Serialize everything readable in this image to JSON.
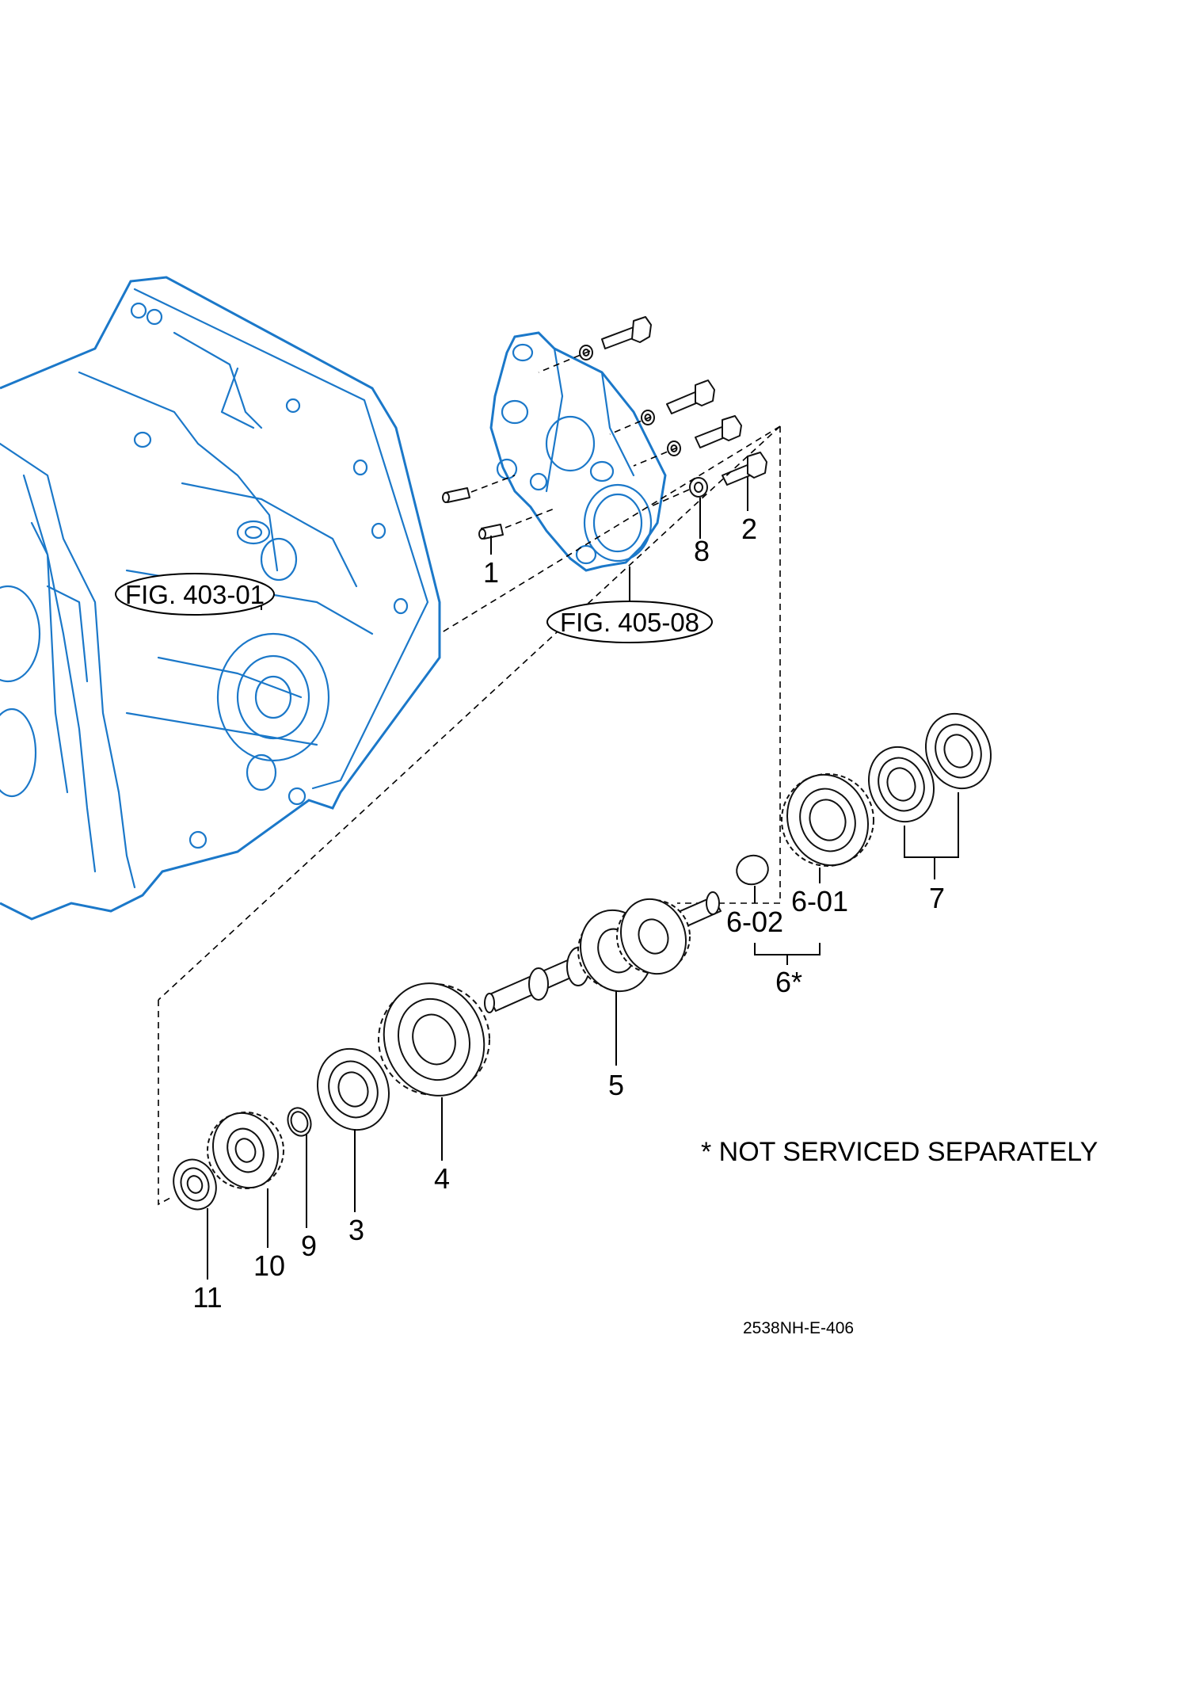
{
  "figure_refs": {
    "housing": "FIG. 403-01",
    "cover": "FIG. 405-08"
  },
  "callouts": {
    "p1": "1",
    "p2": "2",
    "p3": "3",
    "p4": "4",
    "p5": "5",
    "p6": "6*",
    "p6_01": "6-01",
    "p6_02": "6-02",
    "p7": "7",
    "p8": "8",
    "p9": "9",
    "p10": "10",
    "p11": "11"
  },
  "note": "* NOT SERVICED SEPARATELY",
  "drawing_code": "2538NH-E-406",
  "colors": {
    "reference_assembly": "#1b78c9",
    "parts": "#111111"
  }
}
